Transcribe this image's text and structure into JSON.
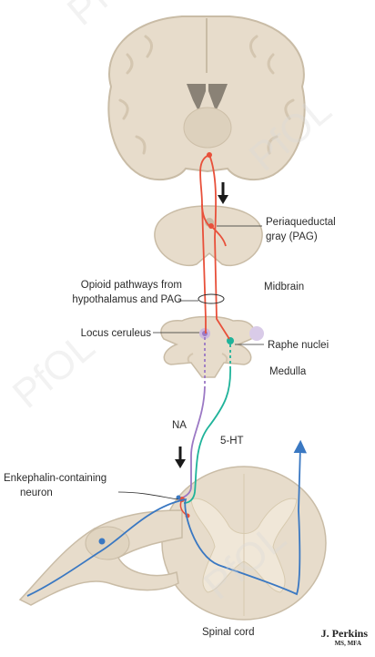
{
  "labels": {
    "pag_line1": "Periaqueductal",
    "pag_line2": "gray (PAG)",
    "midbrain": "Midbrain",
    "opioid_line1": "Opioid pathways from",
    "opioid_line2": "hypothalamus and PAG",
    "locus_ceruleus": "Locus ceruleus",
    "raphe_nuclei": "Raphe nuclei",
    "medulla": "Medulla",
    "na": "NA",
    "five_ht": "5-HT",
    "enkephalin_line1": "Enkephalin-containing",
    "enkephalin_line2": "neuron",
    "spinal_cord": "Spinal cord"
  },
  "signature": {
    "name": "J. Perkins",
    "credentials": "MS, MFA"
  },
  "watermark": "PfOL",
  "colors": {
    "tissue": "#e7dccb",
    "tissue_dark": "#d4c6b0",
    "outline": "#c9bca6",
    "opioid_pathway": "#e8503a",
    "noradrenergic_pathway": "#9b78c4",
    "serotonergic_pathway": "#1fb39a",
    "sensory_fiber": "#3a78c2",
    "ventricle": "#8a8276"
  }
}
